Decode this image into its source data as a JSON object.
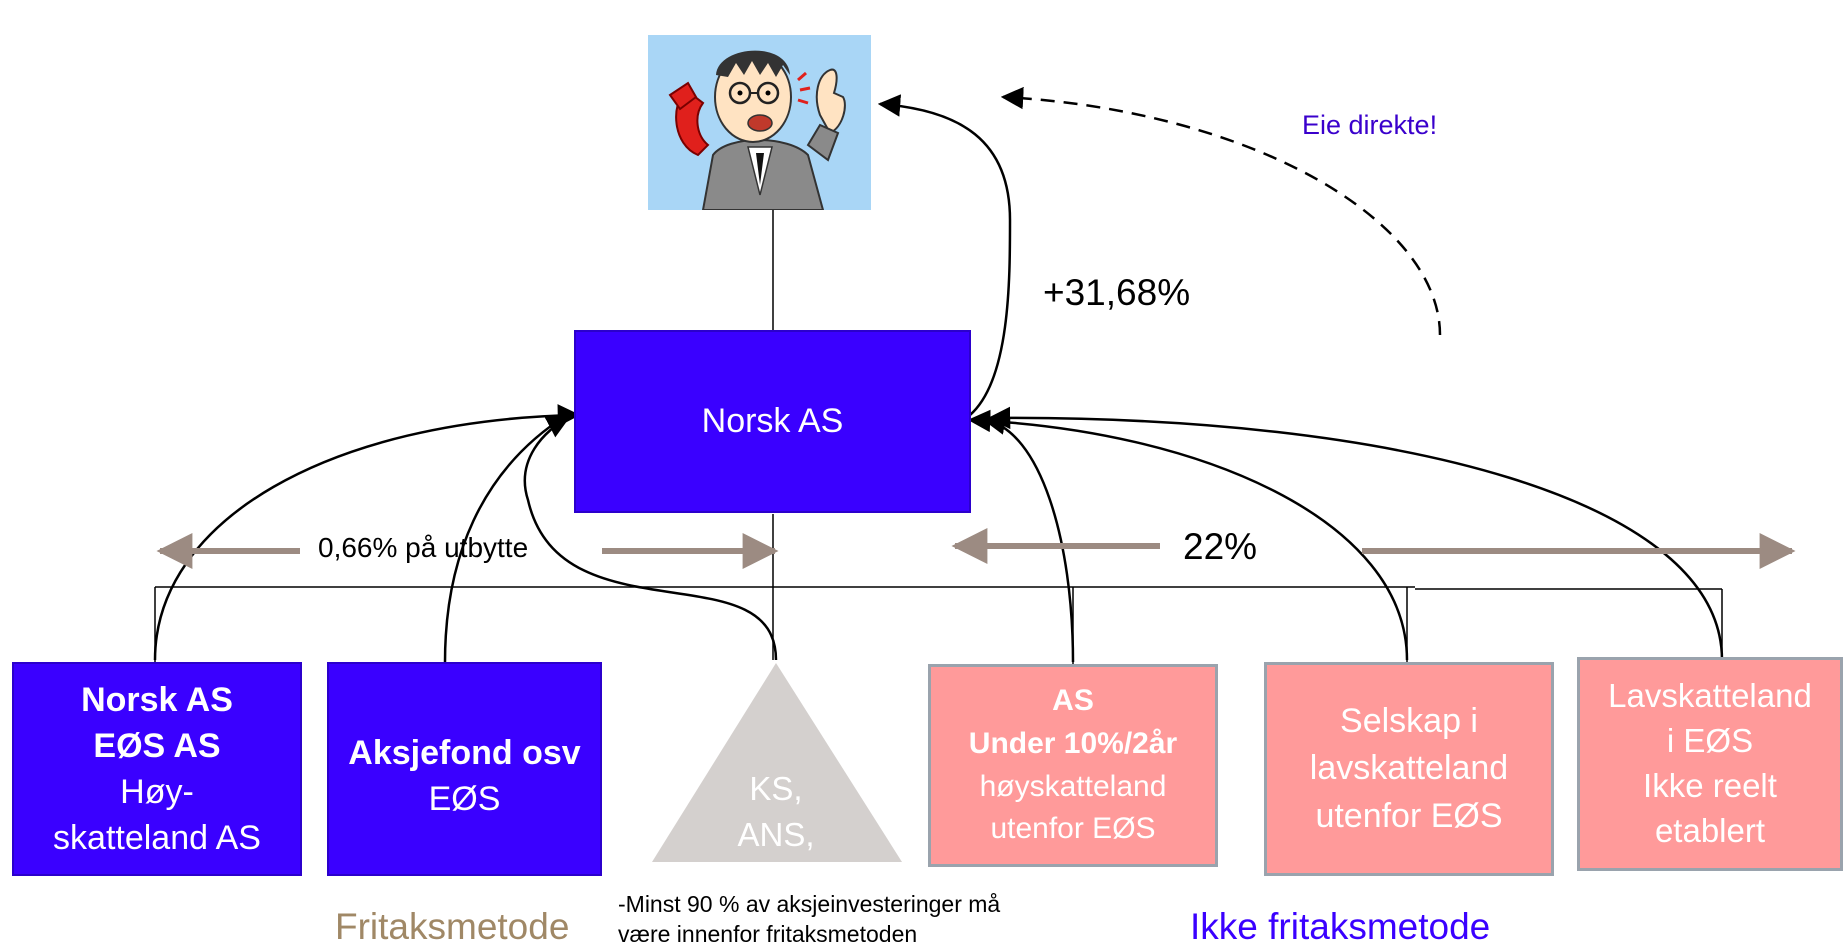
{
  "top_node": {
    "title": "Norsk AS"
  },
  "top_person": {
    "icon": "person-phone-icon"
  },
  "arrow_labels": {
    "up_percent": "+31,68%",
    "eie_direkte": "Eie direkte!",
    "left_range": "0,66% på utbytte",
    "right_range": "22%"
  },
  "left_group": {
    "boxes": [
      {
        "line1": "Norsk AS",
        "line2": "EØS AS",
        "line3": "Høy-",
        "line4": "skatteland AS"
      },
      {
        "line1": "Aksjefond osv",
        "line2": "EØS"
      }
    ],
    "triangle": {
      "line1": "KS,",
      "line2": "ANS,"
    },
    "footnote_line1": "-Minst 90 % av aksjeinvesteringer må",
    "footnote_line2": "være innenfor fritaksmetoden",
    "method_label": "Fritaksmetode"
  },
  "right_group": {
    "boxes": [
      {
        "line1": "AS",
        "line2": "Under 10%/2år",
        "line3": "høyskatteland",
        "line4": "utenfor EØS"
      },
      {
        "line1": "Selskap i",
        "line2": "lavskatteland",
        "line3": "utenfor EØS"
      },
      {
        "line1": "Lavskatteland",
        "line2": "i EØS",
        "line3": "Ikke reelt",
        "line4": "etablert"
      }
    ],
    "method_label": "Ikke fritaksmetode"
  },
  "colors": {
    "blue": "#3a00ff",
    "pink": "#ff9a9a",
    "gray_triangle": "#d4d0ce",
    "range_arrow": "#9c8b82",
    "fritak_label": "#a08866",
    "ikke_label": "#3a00ff",
    "eie_label": "#3a00cc"
  }
}
